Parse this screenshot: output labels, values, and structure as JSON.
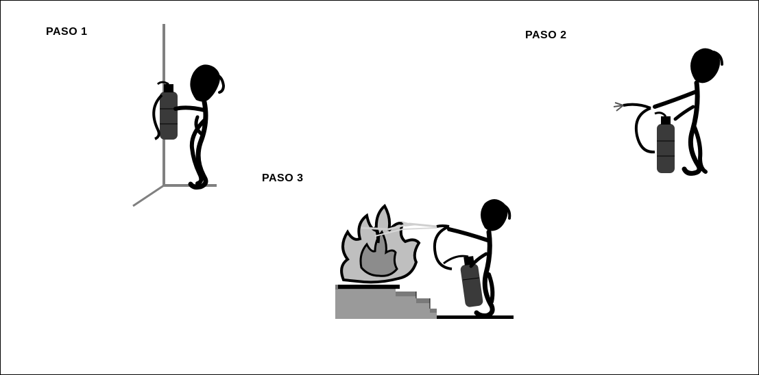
{
  "steps": [
    {
      "label": "PASO 1"
    },
    {
      "label": "PASO 2"
    },
    {
      "label": "PASO 3"
    }
  ],
  "colors": {
    "figure": "#000000",
    "wall": "#808080",
    "extinguisher": "#3a3a3a",
    "flame_outer": "#bfbfbf",
    "flame_inner": "#8c8c8c",
    "stairs_dark": "#7a7a7a",
    "stairs_light": "#9a9a9a"
  }
}
